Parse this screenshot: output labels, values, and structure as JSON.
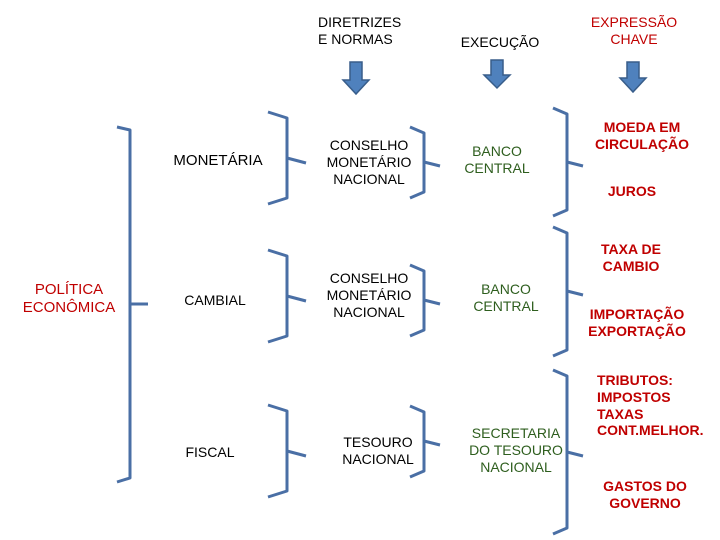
{
  "headers": {
    "directives": "DIRETRIZES\nE NORMAS",
    "execution": "EXECUÇÃO",
    "key_expression": "EXPRESSÃO\nCHAVE"
  },
  "root": "POLÍTICA\nECONÔMICA",
  "policies": {
    "monetary": "MONETÁRIA",
    "exchange": "CAMBIAL",
    "fiscal": "FISCAL"
  },
  "directives_col": {
    "monetary": "CONSELHO\nMONETÁRIO\nNACIONAL",
    "exchange": "CONSELHO\nMONETÁRIO\nNACIONAL",
    "fiscal": "TESOURO\nNACIONAL"
  },
  "execution_col": {
    "monetary": "BANCO\nCENTRAL",
    "exchange": "BANCO\nCENTRAL",
    "fiscal": "SECRETARIA\nDO TESOURO\nNACIONAL"
  },
  "key_col": {
    "currency": "MOEDA EM\nCIRCULAÇÃO",
    "interest": "JUROS",
    "exchange_rate": "TAXA DE\nCAMBIO",
    "trade": "IMPORTAÇÃO\nEXPORTAÇÃO",
    "taxes": "TRIBUTOS:\nIMPOSTOS\nTAXAS\nCONT.MELHOR.",
    "spending": "GASTOS DO\nGOVERNO"
  },
  "colors": {
    "bracket": "#4a6fa5",
    "arrow": "#4f81bd",
    "arrow_stroke": "#385d8a",
    "red": "#c00000",
    "green": "#2e5e1e"
  }
}
